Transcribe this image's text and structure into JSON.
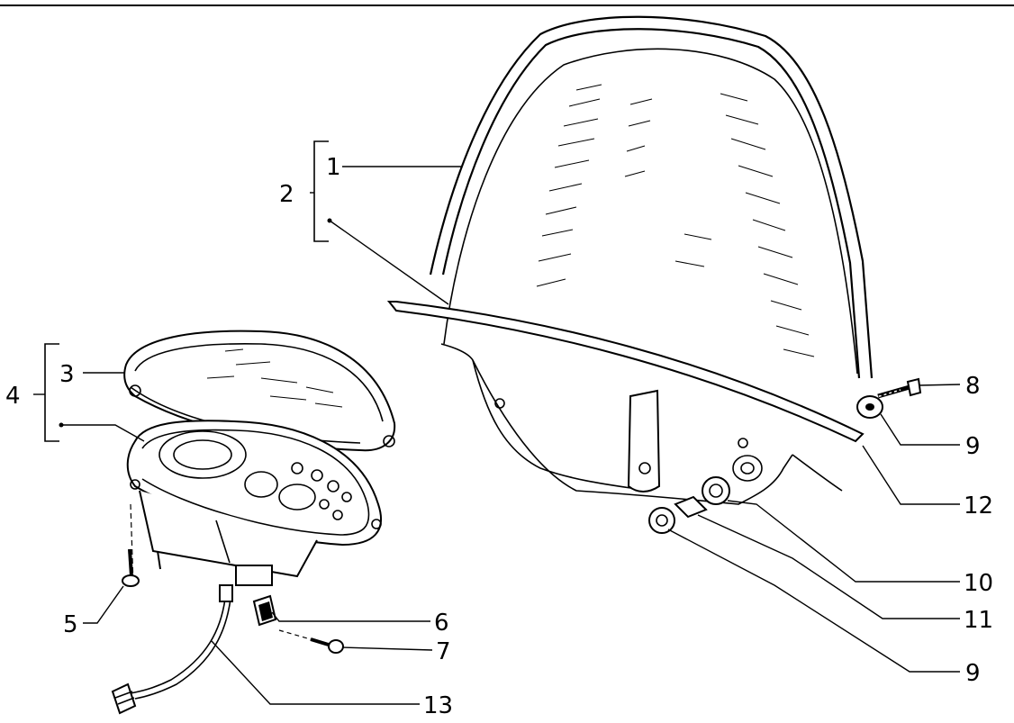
{
  "callouts": [
    {
      "id": "c1",
      "label": "1"
    },
    {
      "id": "c2",
      "label": "2"
    },
    {
      "id": "c3",
      "label": "3"
    },
    {
      "id": "c4",
      "label": "4"
    },
    {
      "id": "c5",
      "label": "5"
    },
    {
      "id": "c6",
      "label": "6"
    },
    {
      "id": "c7",
      "label": "7"
    },
    {
      "id": "c8",
      "label": "8"
    },
    {
      "id": "c9a",
      "label": "9"
    },
    {
      "id": "c12",
      "label": "12"
    },
    {
      "id": "c10",
      "label": "10"
    },
    {
      "id": "c11",
      "label": "11"
    },
    {
      "id": "c9b",
      "label": "9"
    },
    {
      "id": "c13",
      "label": "13"
    }
  ]
}
